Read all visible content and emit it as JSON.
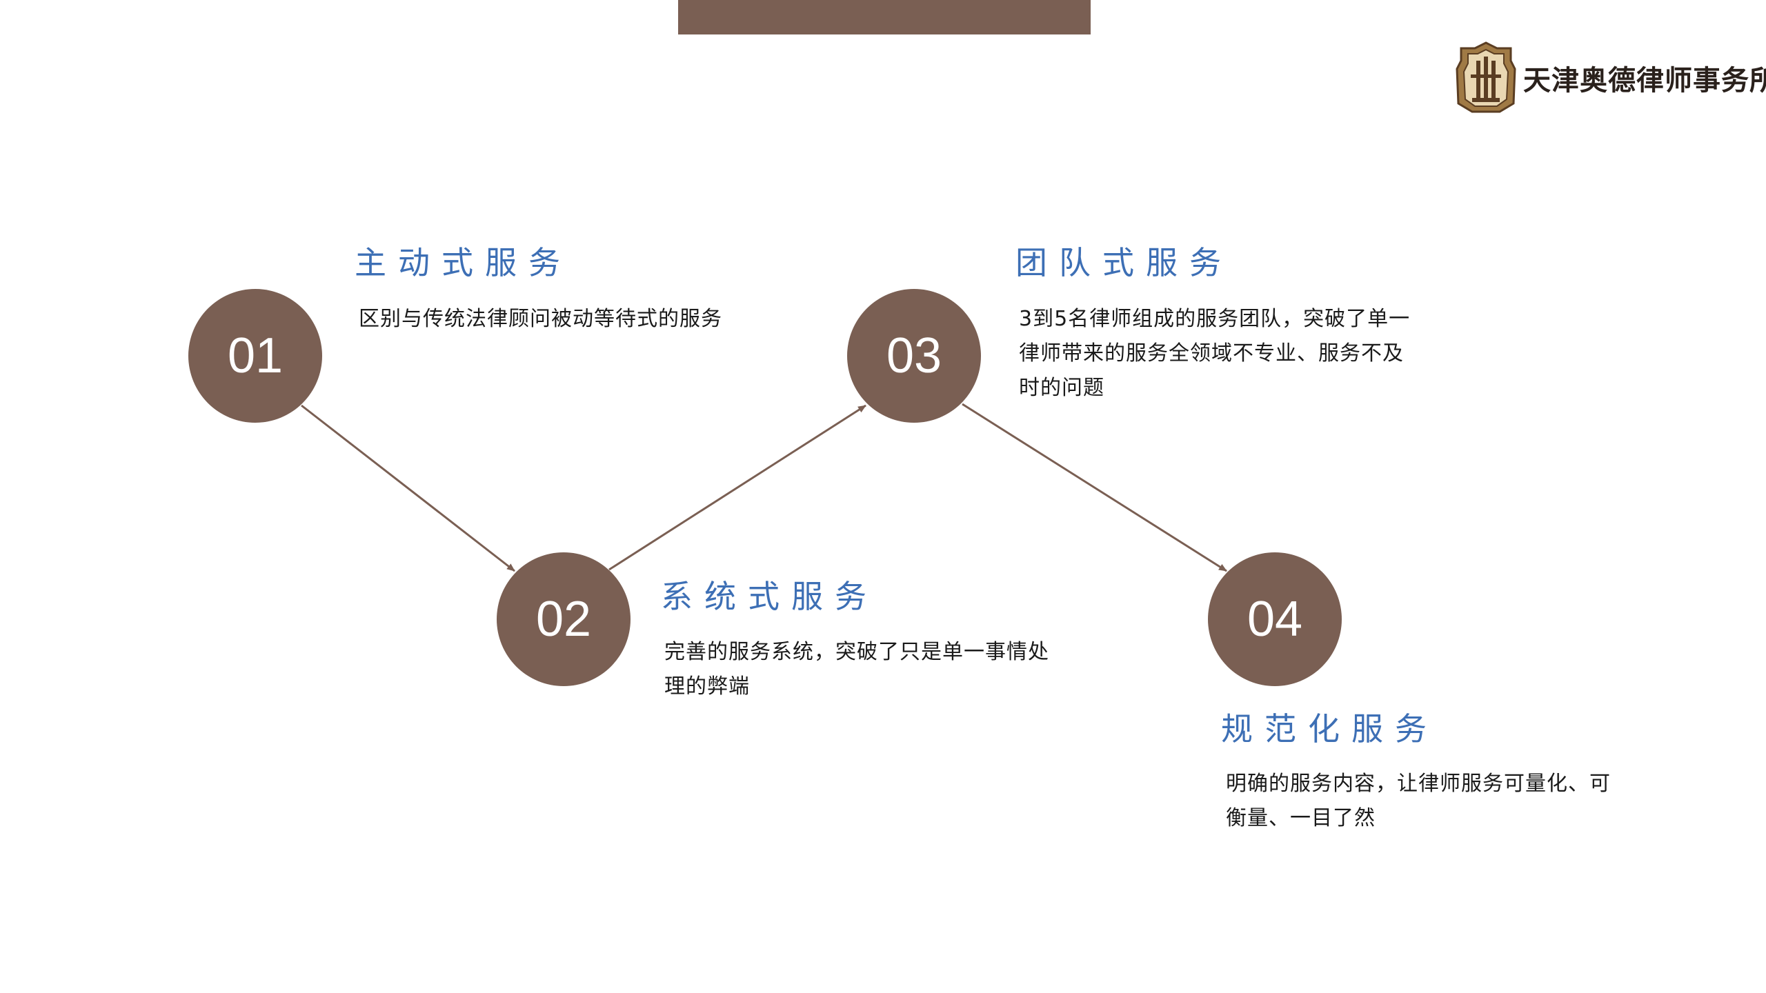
{
  "colors": {
    "accent": "#7a5f53",
    "title": "#3d6fb5",
    "text": "#1a1a1a",
    "background": "#ffffff"
  },
  "logo": {
    "emblem_icon": "law-firm-emblem",
    "name": "天津奥德律师事务所"
  },
  "steps": [
    {
      "number": "01",
      "title": "主动式服务",
      "description": "区别与传统法律顾问被动等待式的服务"
    },
    {
      "number": "02",
      "title": "系统式服务",
      "description": "完善的服务系统，突破了只是单一事情处理的弊端"
    },
    {
      "number": "03",
      "title": "团队式服务",
      "description": "3到5名律师组成的服务团队，突破了单一律师带来的服务全领域不专业、服务不及时的问题"
    },
    {
      "number": "04",
      "title": "规范化服务",
      "description": "明确的服务内容，让律师服务可量化、可衡量、一目了然"
    }
  ]
}
